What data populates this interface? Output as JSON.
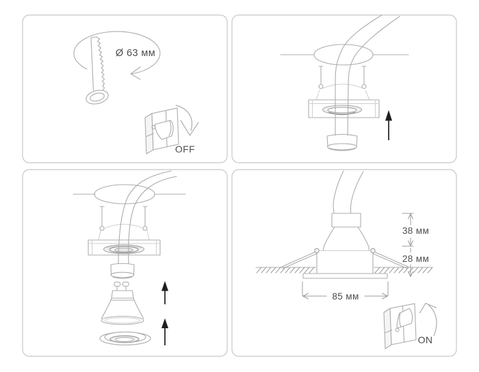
{
  "sheet": {
    "background_color": "#ffffff",
    "panel_border_color": "#c8c8c8",
    "line_art_color": "#acacac",
    "label_color": "#4d4d4d",
    "solid_arrow_color": "#1f1f1f",
    "steps": {
      "step1": {
        "hole_diameter_label": "Ø 63 мм",
        "switch_state_label": "OFF"
      },
      "step4": {
        "fixture_height_label": "38 мм",
        "recess_depth_label": "28 мм",
        "trim_diameter_label": "85 мм",
        "switch_state_label": "ON"
      }
    },
    "icons": {
      "hole_saw": "keyhole-saw outline",
      "rotation_arrow": "elliptical rotation arrow",
      "wall_switch_off": "rocker switch flipped down",
      "wall_switch_on": "rocker switch flipped up",
      "insert_arrow": "solid black up arrow",
      "turn_off_arrow": "curved down arrow",
      "turn_on_arrow": "curved up arrow"
    }
  }
}
